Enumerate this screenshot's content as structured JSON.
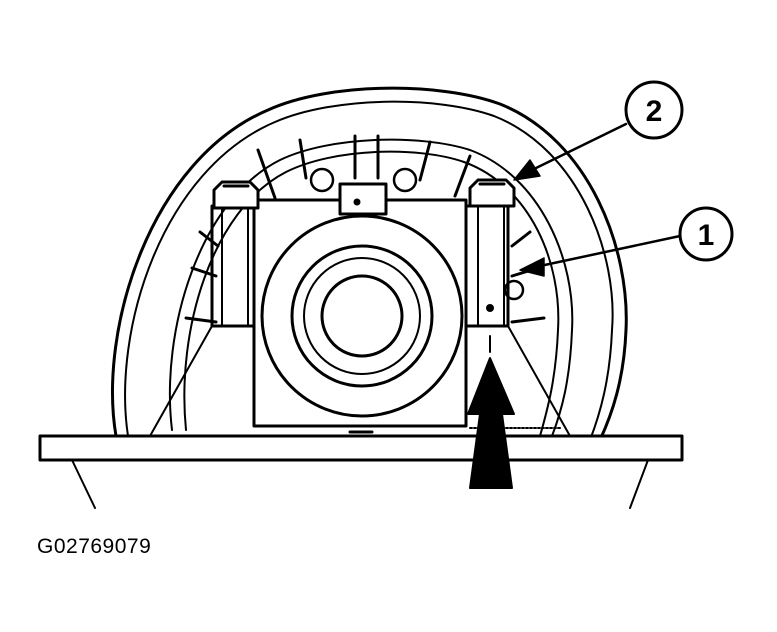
{
  "figure": {
    "id_label": "G02769079",
    "callouts": [
      {
        "number": "1"
      },
      {
        "number": "2"
      }
    ],
    "colors": {
      "ink": "#000000",
      "paper": "#ffffff"
    }
  }
}
